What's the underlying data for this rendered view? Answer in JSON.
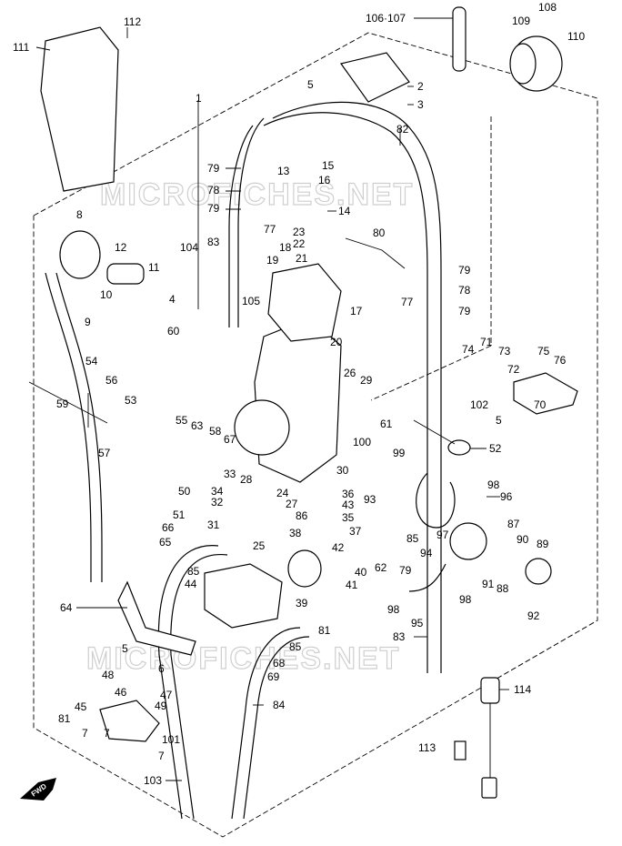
{
  "watermark": "MICROFICHES.NET",
  "fwd_label": "FWD",
  "labels": [
    {
      "key": "p112",
      "text": "112"
    },
    {
      "key": "p111",
      "text": "111"
    },
    {
      "key": "p106",
      "text": "106·107"
    },
    {
      "key": "p108",
      "text": "108"
    },
    {
      "key": "p109",
      "text": "109"
    },
    {
      "key": "p110",
      "text": "110"
    },
    {
      "key": "p1",
      "text": "1"
    },
    {
      "key": "p5a",
      "text": "5"
    },
    {
      "key": "p2",
      "text": "2"
    },
    {
      "key": "p3",
      "text": "3"
    },
    {
      "key": "p82",
      "text": "82"
    },
    {
      "key": "p79a",
      "text": "79"
    },
    {
      "key": "p13",
      "text": "13"
    },
    {
      "key": "p15",
      "text": "15"
    },
    {
      "key": "p16",
      "text": "16"
    },
    {
      "key": "p78a",
      "text": "78"
    },
    {
      "key": "p79b",
      "text": "79"
    },
    {
      "key": "p77a",
      "text": "77"
    },
    {
      "key": "p14",
      "text": "14"
    },
    {
      "key": "p8",
      "text": "8"
    },
    {
      "key": "p83a",
      "text": "83"
    },
    {
      "key": "p23",
      "text": "23"
    },
    {
      "key": "p22",
      "text": "22"
    },
    {
      "key": "p80",
      "text": "80"
    },
    {
      "key": "p104",
      "text": "104"
    },
    {
      "key": "p18",
      "text": "18"
    },
    {
      "key": "p12",
      "text": "12"
    },
    {
      "key": "p21",
      "text": "21"
    },
    {
      "key": "p79c",
      "text": "79"
    },
    {
      "key": "p11",
      "text": "11"
    },
    {
      "key": "p19",
      "text": "19"
    },
    {
      "key": "p4",
      "text": "4"
    },
    {
      "key": "p10",
      "text": "10"
    },
    {
      "key": "p77b",
      "text": "77"
    },
    {
      "key": "p78b",
      "text": "78"
    },
    {
      "key": "p105",
      "text": "105"
    },
    {
      "key": "p17",
      "text": "17"
    },
    {
      "key": "p9",
      "text": "9"
    },
    {
      "key": "p79d",
      "text": "79"
    },
    {
      "key": "p60",
      "text": "60"
    },
    {
      "key": "p20",
      "text": "20"
    },
    {
      "key": "p74",
      "text": "74"
    },
    {
      "key": "p71",
      "text": "71"
    },
    {
      "key": "p73",
      "text": "73"
    },
    {
      "key": "p75",
      "text": "75"
    },
    {
      "key": "p76",
      "text": "76"
    },
    {
      "key": "p54",
      "text": "54"
    },
    {
      "key": "p56",
      "text": "56"
    },
    {
      "key": "p26",
      "text": "26"
    },
    {
      "key": "p29",
      "text": "29"
    },
    {
      "key": "p72",
      "text": "72"
    },
    {
      "key": "p53",
      "text": "53"
    },
    {
      "key": "p70",
      "text": "70"
    },
    {
      "key": "p102",
      "text": "102"
    },
    {
      "key": "p5b",
      "text": "5"
    },
    {
      "key": "p59",
      "text": "59"
    },
    {
      "key": "p55",
      "text": "55"
    },
    {
      "key": "p63",
      "text": "63"
    },
    {
      "key": "p58",
      "text": "58"
    },
    {
      "key": "p61",
      "text": "61"
    },
    {
      "key": "p67",
      "text": "67"
    },
    {
      "key": "p57",
      "text": "57"
    },
    {
      "key": "p100",
      "text": "100"
    },
    {
      "key": "p99",
      "text": "99"
    },
    {
      "key": "p52",
      "text": "52"
    },
    {
      "key": "p30",
      "text": "30"
    },
    {
      "key": "p33",
      "text": "33"
    },
    {
      "key": "p50",
      "text": "50"
    },
    {
      "key": "p28",
      "text": "28"
    },
    {
      "key": "p34",
      "text": "34"
    },
    {
      "key": "p24",
      "text": "24"
    },
    {
      "key": "p98a",
      "text": "98"
    },
    {
      "key": "p32",
      "text": "32"
    },
    {
      "key": "p27",
      "text": "27"
    },
    {
      "key": "p36",
      "text": "36"
    },
    {
      "key": "p93",
      "text": "93"
    },
    {
      "key": "p96",
      "text": "96"
    },
    {
      "key": "p43",
      "text": "43"
    },
    {
      "key": "p51",
      "text": "51"
    },
    {
      "key": "p31",
      "text": "31"
    },
    {
      "key": "p86",
      "text": "86"
    },
    {
      "key": "p35",
      "text": "35"
    },
    {
      "key": "p66",
      "text": "66"
    },
    {
      "key": "p87",
      "text": "87"
    },
    {
      "key": "p38",
      "text": "38"
    },
    {
      "key": "p37",
      "text": "37"
    },
    {
      "key": "p85a",
      "text": "85"
    },
    {
      "key": "p97",
      "text": "97"
    },
    {
      "key": "p65",
      "text": "65"
    },
    {
      "key": "p25",
      "text": "25"
    },
    {
      "key": "p42",
      "text": "42"
    },
    {
      "key": "p90",
      "text": "90"
    },
    {
      "key": "p89",
      "text": "89"
    },
    {
      "key": "p62",
      "text": "62"
    },
    {
      "key": "p94",
      "text": "94"
    },
    {
      "key": "p85b",
      "text": "85"
    },
    {
      "key": "p44",
      "text": "44"
    },
    {
      "key": "p40",
      "text": "40"
    },
    {
      "key": "p79e",
      "text": "79"
    },
    {
      "key": "p41",
      "text": "41"
    },
    {
      "key": "p91",
      "text": "91"
    },
    {
      "key": "p88",
      "text": "88"
    },
    {
      "key": "p39",
      "text": "39"
    },
    {
      "key": "p98b",
      "text": "98"
    },
    {
      "key": "p98c",
      "text": "98"
    },
    {
      "key": "p92",
      "text": "92"
    },
    {
      "key": "p64",
      "text": "64"
    },
    {
      "key": "p81a",
      "text": "81"
    },
    {
      "key": "p95",
      "text": "95"
    },
    {
      "key": "p5c",
      "text": "5"
    },
    {
      "key": "p85c",
      "text": "85"
    },
    {
      "key": "p83b",
      "text": "83"
    },
    {
      "key": "p68",
      "text": "68"
    },
    {
      "key": "p6",
      "text": "6"
    },
    {
      "key": "p48",
      "text": "48"
    },
    {
      "key": "p69",
      "text": "69"
    },
    {
      "key": "p114",
      "text": "114"
    },
    {
      "key": "p46",
      "text": "46"
    },
    {
      "key": "p47",
      "text": "47"
    },
    {
      "key": "p49",
      "text": "49"
    },
    {
      "key": "p45",
      "text": "45"
    },
    {
      "key": "p84",
      "text": "84"
    },
    {
      "key": "p81b",
      "text": "81"
    },
    {
      "key": "p7a",
      "text": "7"
    },
    {
      "key": "p7b",
      "text": "7"
    },
    {
      "key": "p101",
      "text": "101"
    },
    {
      "key": "p113",
      "text": "113"
    },
    {
      "key": "p7c",
      "text": "7"
    },
    {
      "key": "p103",
      "text": "103"
    }
  ]
}
